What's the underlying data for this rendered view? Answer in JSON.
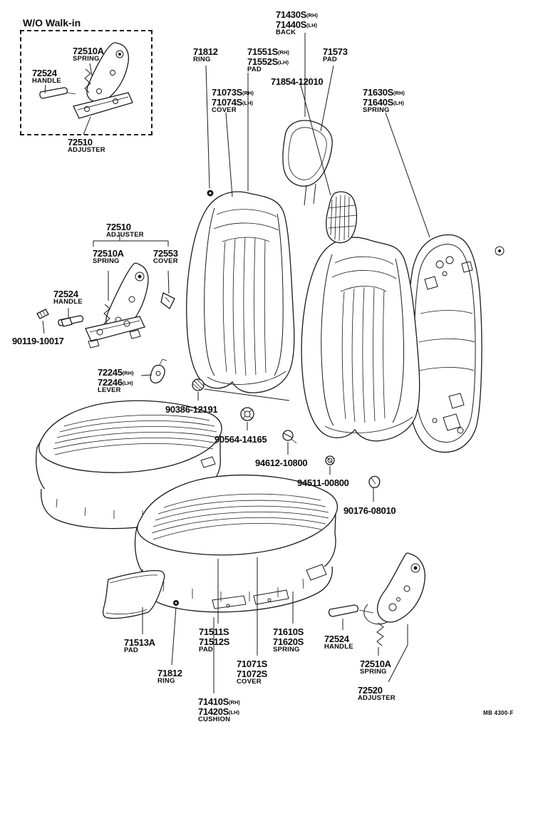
{
  "document": {
    "footer_code": "MB 4300-F"
  },
  "inset": {
    "title": "W/O Walk-in"
  },
  "labels": {
    "inset_spring": {
      "part1": "72510A",
      "desc": "SPRING"
    },
    "inset_handle": {
      "part1": "72524",
      "desc": "HANDLE"
    },
    "inset_adjuster": {
      "part1": "72510",
      "desc": "ADJUSTER"
    },
    "back": {
      "part1": "71430S",
      "suf1": "(RH)",
      "part2": "71440S",
      "suf2": "(LH)",
      "desc": "BACK"
    },
    "ring_top": {
      "part1": "71812",
      "desc": "RING"
    },
    "back_pad": {
      "part1": "71551S",
      "suf1": "(RH)",
      "part2": "71552S",
      "suf2": "(LH)",
      "desc": "PAD"
    },
    "headrest_pad": {
      "part1": "71573",
      "desc": "PAD"
    },
    "headrest_support": {
      "part1": "71854-12010"
    },
    "back_cover": {
      "part1": "71073S",
      "suf1": "(RH)",
      "part2": "71074S",
      "suf2": "(LH)",
      "desc": "COVER"
    },
    "back_spring": {
      "part1": "71630S",
      "suf1": "(RH)",
      "part2": "71640S",
      "suf2": "(LH)",
      "desc": "SPRING"
    },
    "adjuster_mid": {
      "part1": "72510",
      "desc": "ADJUSTER"
    },
    "spring_mid": {
      "part1": "72510A",
      "desc": "SPRING"
    },
    "cover_mid": {
      "part1": "72553",
      "desc": "COVER"
    },
    "handle_mid": {
      "part1": "72524",
      "desc": "HANDLE"
    },
    "bolt_90119": {
      "part1": "90119-10017"
    },
    "lever": {
      "part1": "72245",
      "suf1": "(RH)",
      "part2": "72246",
      "suf2": "(LH)",
      "desc": "LEVER"
    },
    "bolt_90386": {
      "part1": "90386-12191"
    },
    "washer_90564": {
      "part1": "90564-14165"
    },
    "screw_94612": {
      "part1": "94612-10800"
    },
    "nut_94511": {
      "part1": "94511-00800"
    },
    "clip_90176": {
      "part1": "90176-08010"
    },
    "pad_71513a": {
      "part1": "71513A",
      "desc": "PAD"
    },
    "cushion_pad": {
      "part1": "71511S",
      "part2": "71512S",
      "desc": "PAD"
    },
    "cushion_spring": {
      "part1": "71610S",
      "part2": "71620S",
      "desc": "SPRING"
    },
    "handle_bottom": {
      "part1": "72524",
      "desc": "HANDLE"
    },
    "ring_bottom": {
      "part1": "71812",
      "desc": "RING"
    },
    "cushion_cover": {
      "part1": "71071S",
      "part2": "71072S",
      "desc": "COVER"
    },
    "spring_bottom": {
      "part1": "72510A",
      "desc": "SPRING"
    },
    "adjuster_bottom": {
      "part1": "72520",
      "desc": "ADJUSTER"
    },
    "cushion": {
      "part1": "71410S",
      "suf1": "(RH)",
      "part2": "71420S",
      "suf2": "(LH)",
      "desc": "CUSHION"
    }
  }
}
